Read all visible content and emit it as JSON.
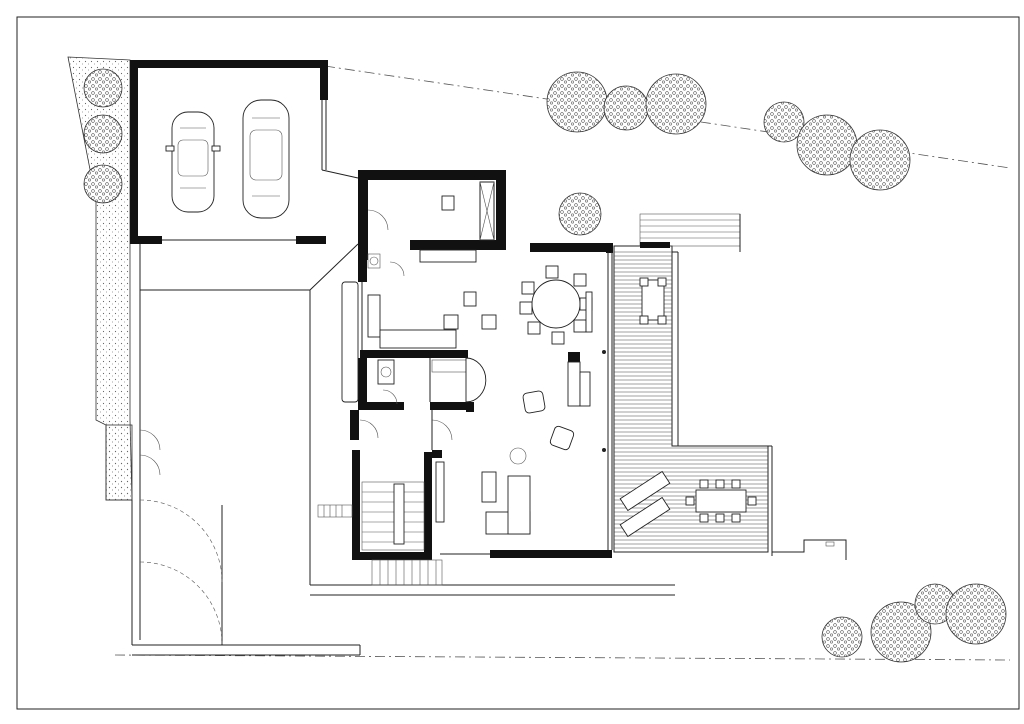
{
  "drawing": {
    "type": "architectural floor plan",
    "colors": {
      "wall": "#111111",
      "line": "#222222",
      "background": "#ffffff"
    },
    "elements": [
      "frame",
      "site-boundary",
      "garage",
      "cars",
      "hedge",
      "trees",
      "house-walls",
      "kitchen",
      "dining-table",
      "living-area",
      "staircase",
      "terrace",
      "terrace-stairs",
      "entrance-gate"
    ]
  }
}
